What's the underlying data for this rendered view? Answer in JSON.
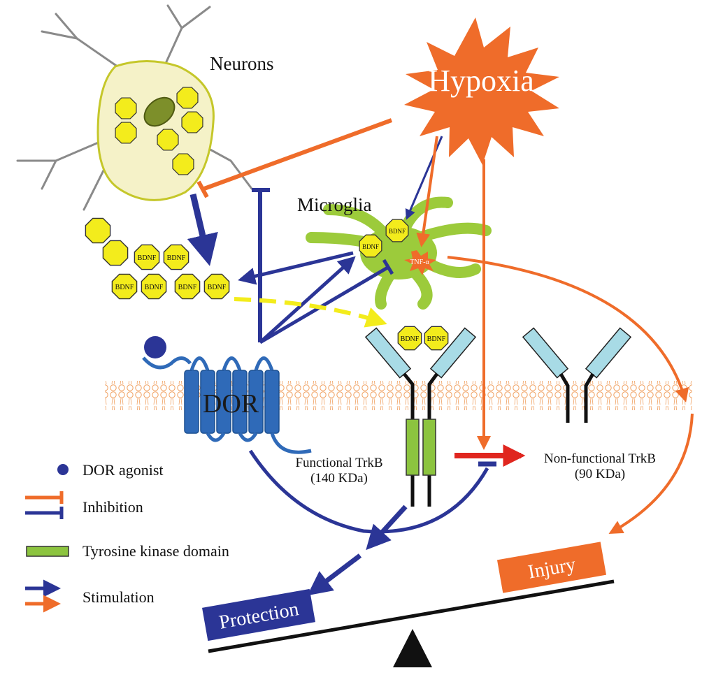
{
  "labels": {
    "neurons": "Neurons",
    "hypoxia": "Hypoxia",
    "microglia": "Microglia",
    "dor": "DOR",
    "functional_trkb": "Functional TrkB",
    "functional_trkb_size": "(140 KDa)",
    "nonfunctional_trkb": "Non-functional TrkB",
    "nonfunctional_trkb_size": "(90 KDa)",
    "injury": "Injury",
    "protection": "Protection",
    "tnf": "TNF-α",
    "bdnf": "BDNF"
  },
  "legend": {
    "dor_agonist": "DOR agonist",
    "inhibition": "Inhibition",
    "tyrosine_kinase": "Tyrosine kinase domain",
    "stimulation": "Stimulation"
  },
  "colors": {
    "blue": "#2b3596",
    "orange": "#ef6c2a",
    "bdnf_fill": "#f3ec1c",
    "receptor_blue": "#2f6ab8",
    "kinase_green": "#8cc43f",
    "microglia_green": "#9ccb3b",
    "red": "#e0261f",
    "protection_bg": "#2b3596",
    "injury_bg": "#ef6c2a"
  }
}
